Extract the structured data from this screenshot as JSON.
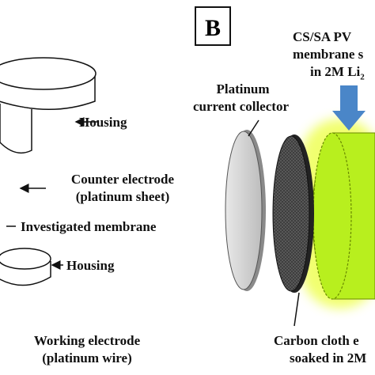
{
  "panel_a": {
    "housing_top_label": "Housing",
    "counter_electrode_line1": "Counter electrode",
    "counter_electrode_line2": "(platinum sheet)",
    "membrane_label": "Investigated membrane",
    "housing_bottom_label": "Housing",
    "working_electrode_line1": "Working electrode",
    "working_electrode_line2": "(platinum wire)"
  },
  "panel_b": {
    "panel_letter": "B",
    "membrane_line1": "CS/SA PV",
    "membrane_line2": "membrane s",
    "membrane_line3_prefix": "in 2M Li",
    "membrane_line3_subscript": "2",
    "collector_line1": "Platinum",
    "collector_line2": "current collector",
    "carbon_line1": "Carbon cloth e",
    "carbon_line2": "soaked in 2M"
  },
  "colors": {
    "membrane_fill": "#b8ef1e",
    "membrane_glow": "#f0ff60",
    "arrow_fill": "#4a86c8",
    "platinum_disk": "#c8c8c8",
    "carbon_disk": "#4a4a4a"
  }
}
